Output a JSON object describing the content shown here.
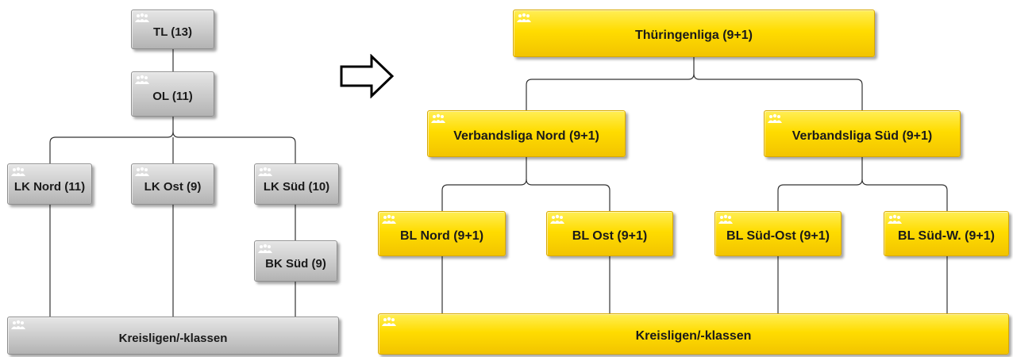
{
  "current": {
    "tl": "TL (13)",
    "ol": "OL (11)",
    "lk_nord": "LK Nord (11)",
    "lk_ost": "LK Ost (9)",
    "lk_sued": "LK Süd (10)",
    "bk_sued": "BK Süd (9)",
    "kreis": "Kreisligen/-klassen"
  },
  "proposed": {
    "thueringenliga": "Thüringenliga (9+1)",
    "vl_nord": "Verbandsliga Nord (9+1)",
    "vl_sued": "Verbandsliga Süd (9+1)",
    "bl_nord": "BL Nord (9+1)",
    "bl_ost": "BL Ost (9+1)",
    "bl_sued_ost": "BL Süd-Ost (9+1)",
    "bl_sued_w": "BL Süd-W. (9+1)",
    "kreis": "Kreisligen/-klassen"
  },
  "icons": {
    "node_icon": "team-icon",
    "transition": "right-arrow-icon"
  },
  "colors": {
    "current_fill": "#cfcfcf",
    "proposed_fill": "#ffdc00",
    "connector": "#333333"
  }
}
